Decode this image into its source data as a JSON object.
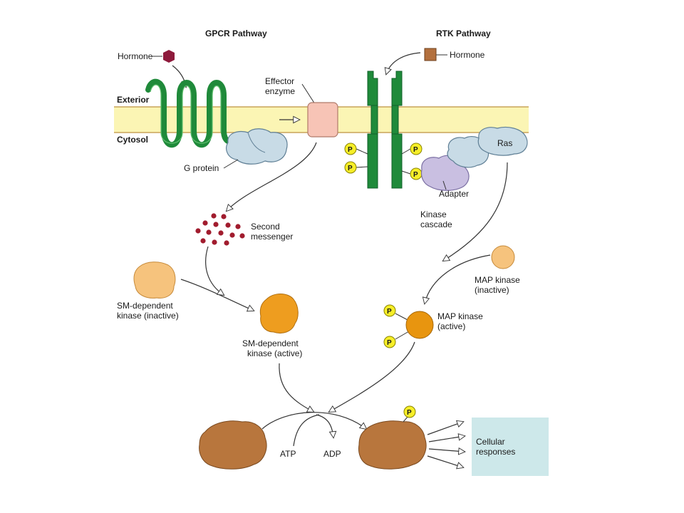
{
  "gpcr": {
    "title": "GPCR Pathway",
    "hormone": "Hormone",
    "exterior": "Exterior",
    "cytosol": "Cytosol",
    "effector_line1": "Effector",
    "effector_line2": "enzyme",
    "g_protein": "G protein",
    "second_messenger_line1": "Second",
    "second_messenger_line2": "messenger",
    "sm_inactive_line1": "SM-dependent",
    "sm_inactive_line2": "kinase (inactive)",
    "sm_active_line1": "SM-dependent",
    "sm_active_line2": "kinase (active)"
  },
  "rtk": {
    "title": "RTK Pathway",
    "hormone": "Hormone",
    "ras": "Ras",
    "adapter": "Adapter",
    "cascade_line1": "Kinase",
    "cascade_line2": "cascade",
    "map_inactive_line1": "MAP kinase",
    "map_inactive_line2": "(inactive)",
    "map_active_line1": "MAP kinase",
    "map_active_line2": "(active)"
  },
  "bottom": {
    "atp": "ATP",
    "adp": "ADP",
    "responses_line1": "Cellular",
    "responses_line2": "responses"
  },
  "phospho_label": "P",
  "colors": {
    "membrane": "#fbf5b4",
    "membrane_edge": "#c9a35a",
    "receptor_green": "#1f8a3a",
    "receptor_dark": "#10602a",
    "gpcr_hormone": "#8e1a3c",
    "rtk_hormone": "#b3703e",
    "effector": "#f7c4b6",
    "g_protein": "#c8dbe6",
    "adapter": "#c9bfe1",
    "second_messenger": "#a11c2e",
    "kinase_inactive": "#f6c37d",
    "kinase_active": "#ee9d1f",
    "map_active": "#e8950f",
    "phospho": "#f6ee28",
    "substrate": "#b8763d",
    "responses_box": "#cde8ea"
  }
}
